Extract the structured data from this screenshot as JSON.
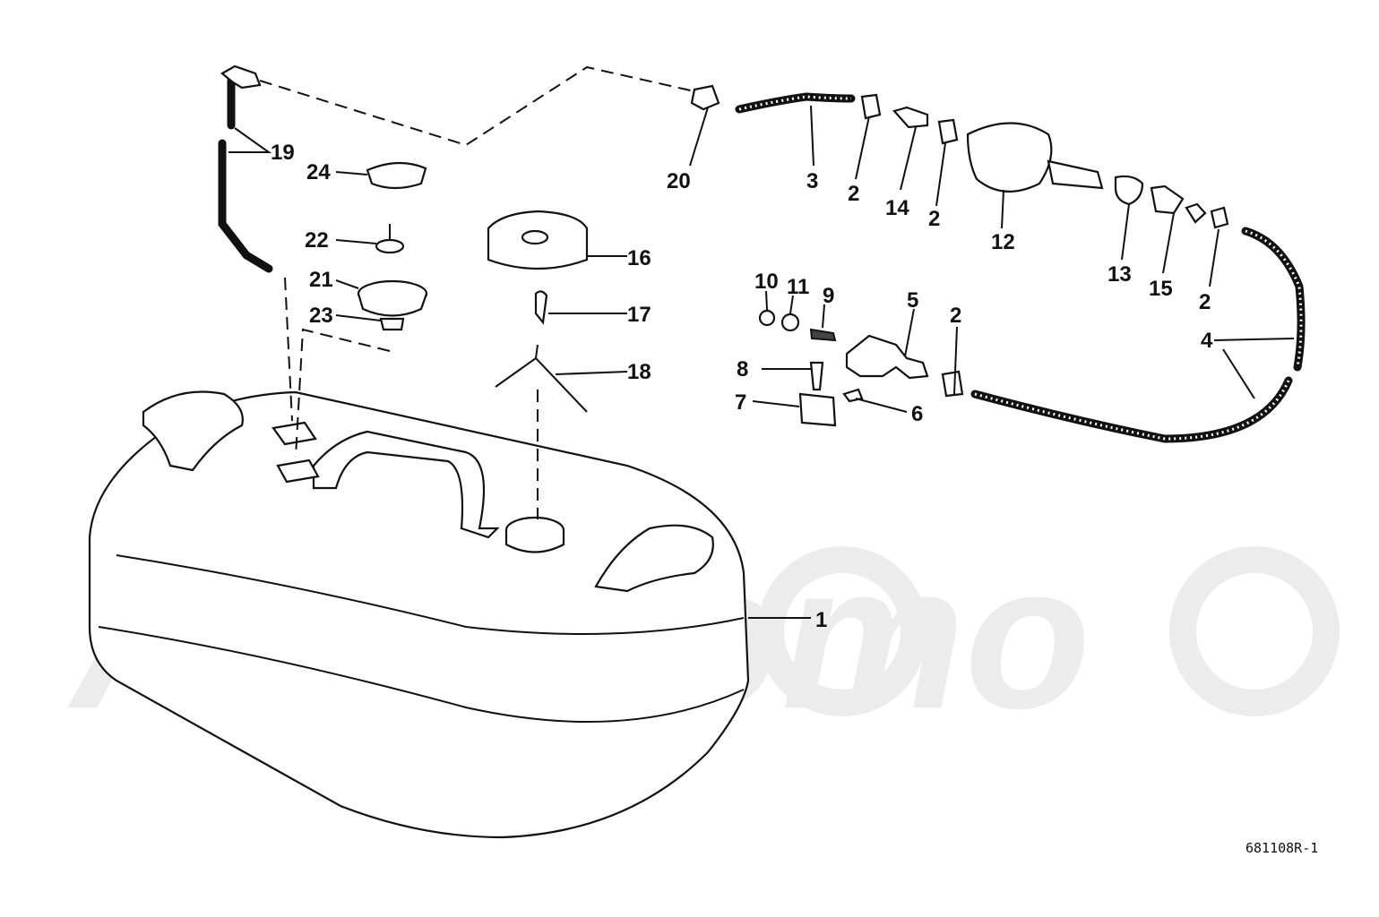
{
  "diagram": {
    "drawing_code": "681108R-1",
    "watermark": "AeHMomo",
    "callouts": [
      "1",
      "2",
      "2",
      "2",
      "2",
      "3",
      "4",
      "5",
      "6",
      "7",
      "8",
      "9",
      "10",
      "11",
      "12",
      "13",
      "14",
      "15",
      "16",
      "17",
      "18",
      "19",
      "20",
      "21",
      "22",
      "23",
      "24"
    ]
  }
}
